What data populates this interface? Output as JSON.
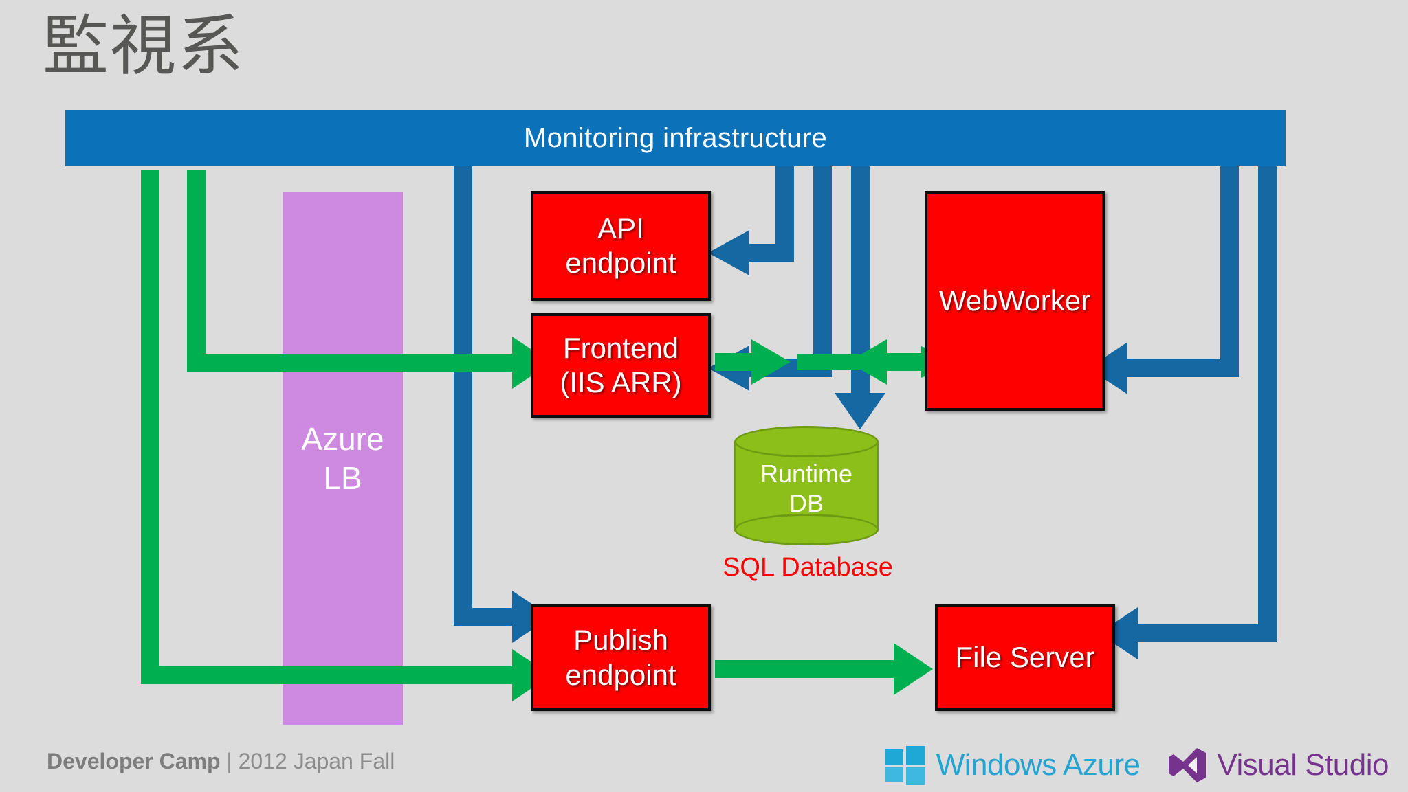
{
  "slide": {
    "title": "監視系",
    "background_color": "#dcdcdc"
  },
  "banner": {
    "label": "Monitoring infrastructure",
    "color": "#0b72ba"
  },
  "load_balancer": {
    "label": "Azure\nLB",
    "color": "#cd8ae0"
  },
  "nodes": [
    {
      "id": "api",
      "label": "API\nendpoint",
      "color": "#fe0000"
    },
    {
      "id": "frontend",
      "label": "Frontend\n(IIS ARR)",
      "color": "#fe0000"
    },
    {
      "id": "webworker",
      "label": "WebWorker",
      "color": "#fe0000"
    },
    {
      "id": "publish",
      "label": "Publish\nendpoint",
      "color": "#fe0000"
    },
    {
      "id": "fileserver",
      "label": "File Server",
      "color": "#fe0000"
    }
  ],
  "database": {
    "label": "Runtime\nDB",
    "caption": "SQL Database",
    "color": "#8cbf19",
    "caption_color": "#ff0000"
  },
  "arrow_colors": {
    "monitoring": "#1668a3",
    "traffic": "#00b050"
  },
  "footer": {
    "brand_bold": "Developer Camp",
    "brand_rest": " | 2012 Japan Fall",
    "logos": [
      {
        "name": "Windows Azure",
        "color": "#22a5d3"
      },
      {
        "name": "Visual Studio",
        "color": "#76338e"
      }
    ]
  }
}
